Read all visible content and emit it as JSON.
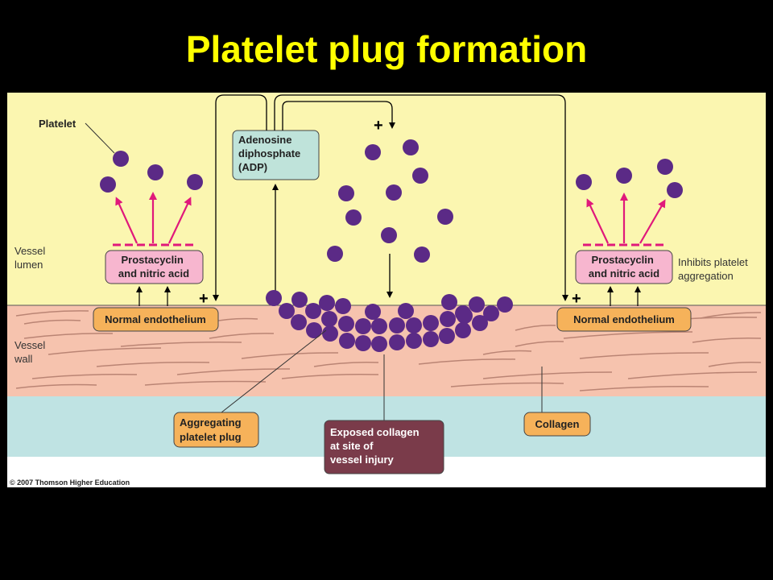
{
  "title": "Platelet plug formation",
  "labels": {
    "platelet": "Platelet",
    "vessel_lumen": [
      "Vessel",
      "lumen"
    ],
    "vessel_wall": [
      "Vessel",
      "wall"
    ],
    "adp": [
      "Adenosine",
      "diphosphate",
      "(ADP)"
    ],
    "prostacyclin": [
      "Prostacyclin",
      "and nitric acid"
    ],
    "normal_endothelium": "Normal endothelium",
    "inhibits": [
      "Inhibits platelet",
      "aggregation"
    ],
    "aggregating": [
      "Aggregating",
      "platelet plug"
    ],
    "exposed_collagen": [
      "Exposed collagen",
      "at site of",
      "vessel injury"
    ],
    "collagen": "Collagen",
    "plus": "+",
    "copyright": "© 2007 Thomson Higher Education"
  },
  "colors": {
    "title": "#FFFF00",
    "lumen": "#FBF6B0",
    "wall": "#F6C3AE",
    "connective": "#BFE3E3",
    "platelet": "#5B2A86",
    "pink_box": "#F7B6CF",
    "orange_box": "#F6B25A",
    "adp_box": "#BFE3DA",
    "dark_box": "#7A3B4A",
    "arrow_pink": "#E0197B"
  }
}
